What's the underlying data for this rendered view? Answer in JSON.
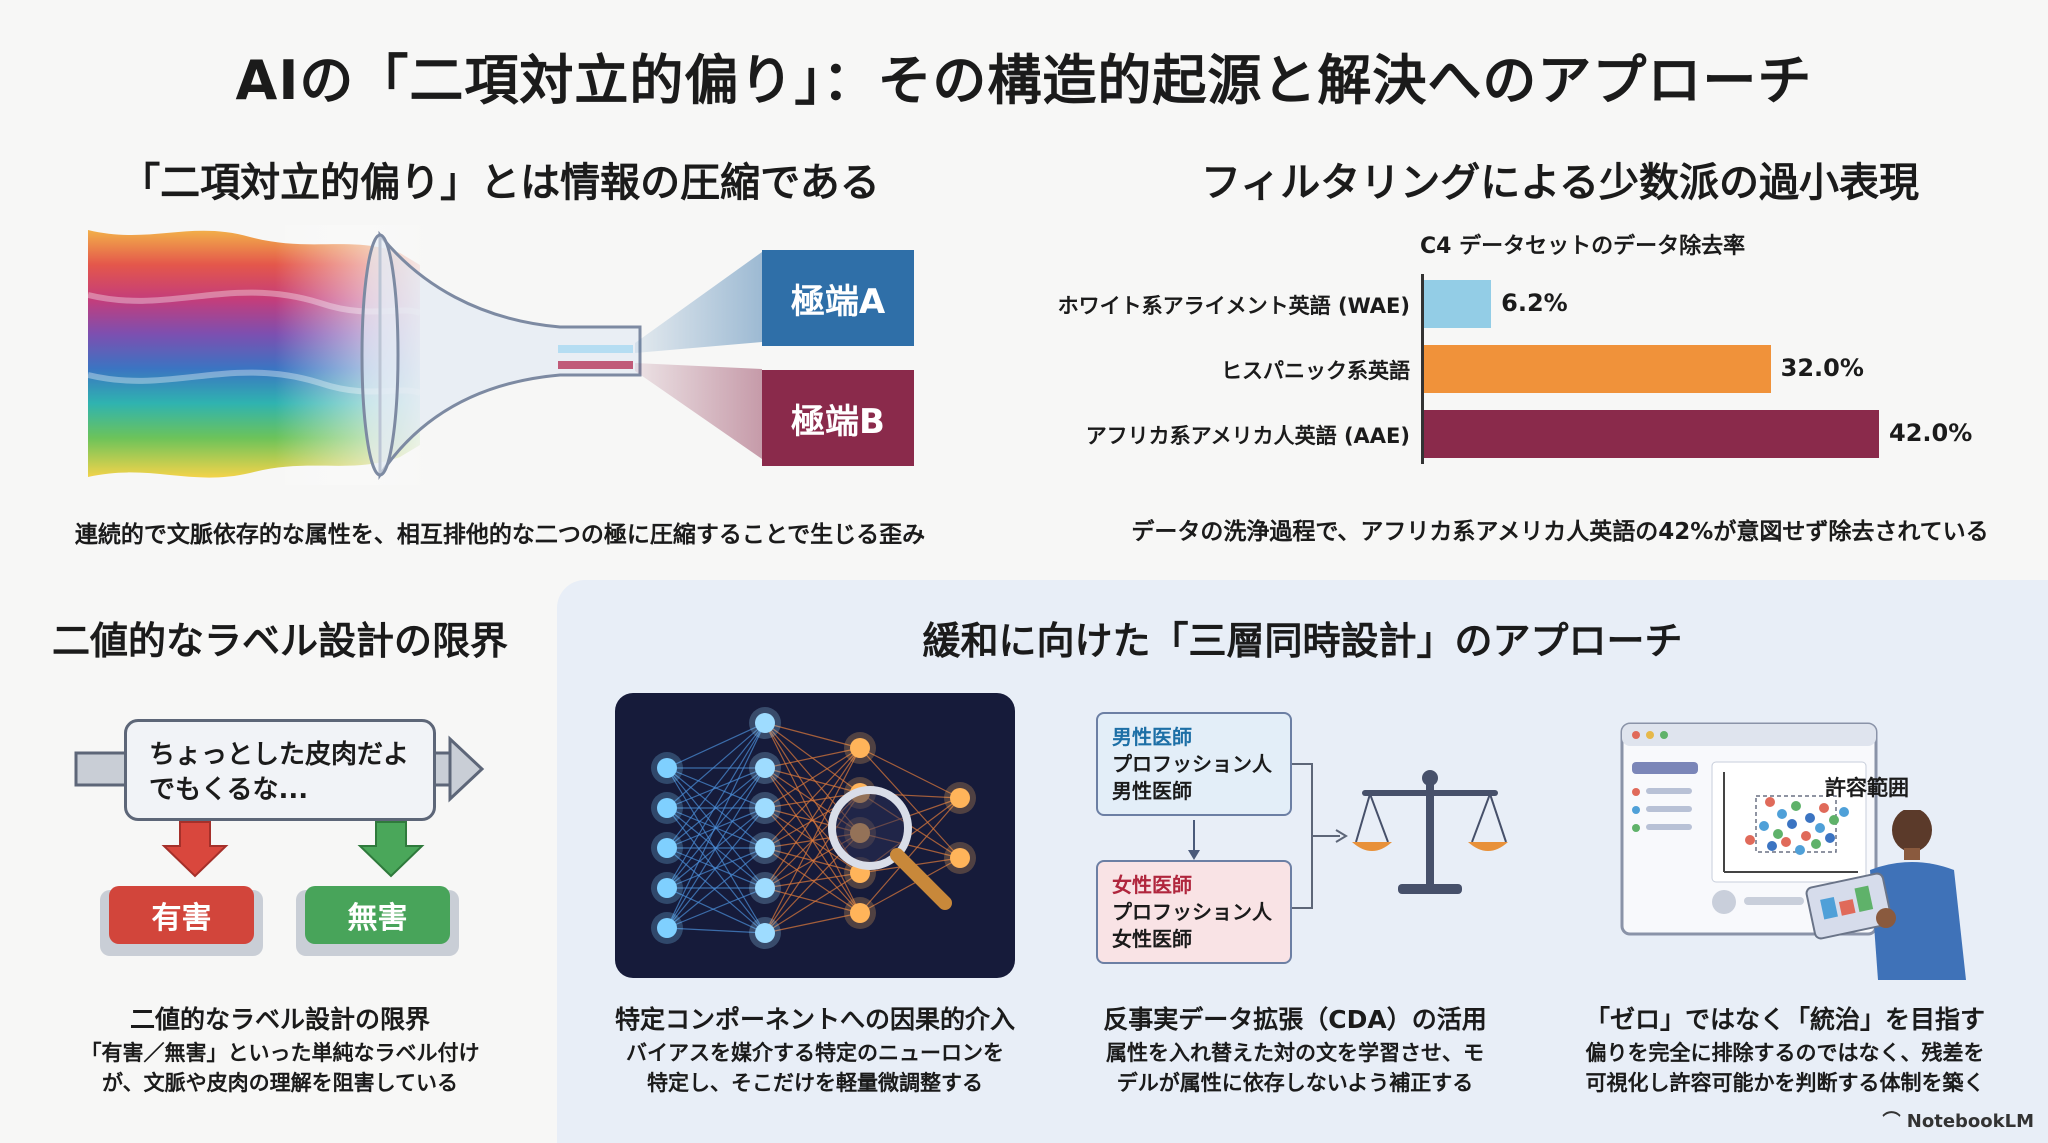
{
  "title": "AIの「二項対立的偏り」：その構造的起源と解決へのアプローチ",
  "section1": {
    "title": "「二項対立的偏り」とは情報の圧縮である",
    "extreme_a": "極端A",
    "extreme_b": "極端B",
    "caption": "連続的で文脈依存的な属性を、相互排他的な二つの極に圧縮することで生じる歪み",
    "colors": {
      "a": "#2f6fa8",
      "b": "#8a2a4b"
    }
  },
  "section2": {
    "title": "フィルタリングによる少数派の過小表現",
    "caption": "データの洗浄過程で、アフリカ系アメリカ人英語の42%が意図せず除去されている"
  },
  "chart_data": {
    "type": "bar",
    "orientation": "horizontal",
    "title": "C4 データセットのデータ除去率",
    "categories": [
      "ホワイト系アライメント英語 (WAE)",
      "ヒスパニック系英語",
      "アフリカ系アメリカ人英語 (AAE)"
    ],
    "values": [
      6.2,
      32.0,
      42.0
    ],
    "value_labels": [
      "6.2%",
      "32.0%",
      "42.0%"
    ],
    "colors": [
      "#93cde6",
      "#f0923a",
      "#8a2a4b"
    ],
    "xlim": [
      0,
      48
    ],
    "grid": false,
    "legend": "none"
  },
  "section3": {
    "title": "二値的なラベル設計の限界",
    "speech": "ちょっとした皮肉だよでもくるな...",
    "harmful": "有害",
    "harmless": "無害",
    "subhead": "二値的なラベル設計の限界",
    "desc1": "「有害／無害」といった単純なラベル付け",
    "desc2": "が、文脈や皮肉の理解を阻害している"
  },
  "section4": {
    "title": "緩和に向けた「三層同時設計」のアプローチ",
    "col1": {
      "head": "特定コンポーネントへの因果的介入",
      "desc1": "バイアスを媒介する特定のニューロンを",
      "desc2": "特定し、そこだけを軽量微調整する"
    },
    "col2": {
      "box_top": [
        "男性医師",
        "プロフッション人",
        "男性医師"
      ],
      "box_bottom": [
        "女性医師",
        "プロフッション人",
        "女性医師"
      ],
      "head": "反事実データ拡張（CDA）の活用",
      "desc1": "属性を入れ替えた対の文を学習させ、モ",
      "desc2": "デルが属性に依存しないよう補正する"
    },
    "col3": {
      "annotation": "許容範囲",
      "head": "「ゼロ」ではなく「統治」を目指す",
      "desc1": "偏りを完全に排除するのではなく、残差を",
      "desc2": "可視化し許容可能かを判断する体制を築く"
    }
  },
  "footer": "NotebookLM"
}
